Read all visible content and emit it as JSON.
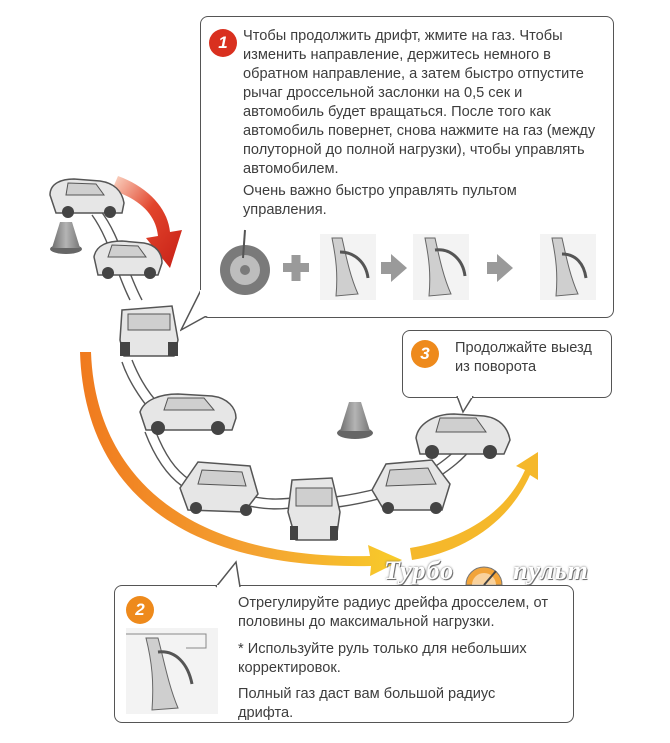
{
  "step1": {
    "number": "1",
    "paragraph1": "Чтобы продолжить дрифт, жмите на газ. Чтобы изменить направление, держитесь немного в обратном направление, а затем быстро отпустите рычаг дроссельной заслонки на 0,5 сек и автомобиль будет вращаться. После того как автомобиль повернет, снова нажмите на газ (между полуторной до полной нагрузки), чтобы управлять автомобилем.",
    "paragraph2": "Очень важно быстро управлять пультом управления."
  },
  "step2": {
    "number": "2",
    "paragraph1": "Отрегулируйте радиус дрейфа дросселем, от половины до максимальной нагрузки.",
    "paragraph2": "* Используйте руль только для небольших корректировок.",
    "paragraph3": "Полный газ даст вам большой радиус дрифта."
  },
  "step3": {
    "number": "3",
    "text": "Продолжайте выезд из поворота"
  },
  "watermark": {
    "left": "Турбо",
    "right": "пульт"
  },
  "colors": {
    "badge_red": "#d9301f",
    "badge_orange": "#ee8a1c",
    "arrow_red": "#d12a1f",
    "arrow_orange": "#f29a2a",
    "arrow_yellow": "#f7c51e",
    "gray_shape": "#9a9a9a"
  }
}
